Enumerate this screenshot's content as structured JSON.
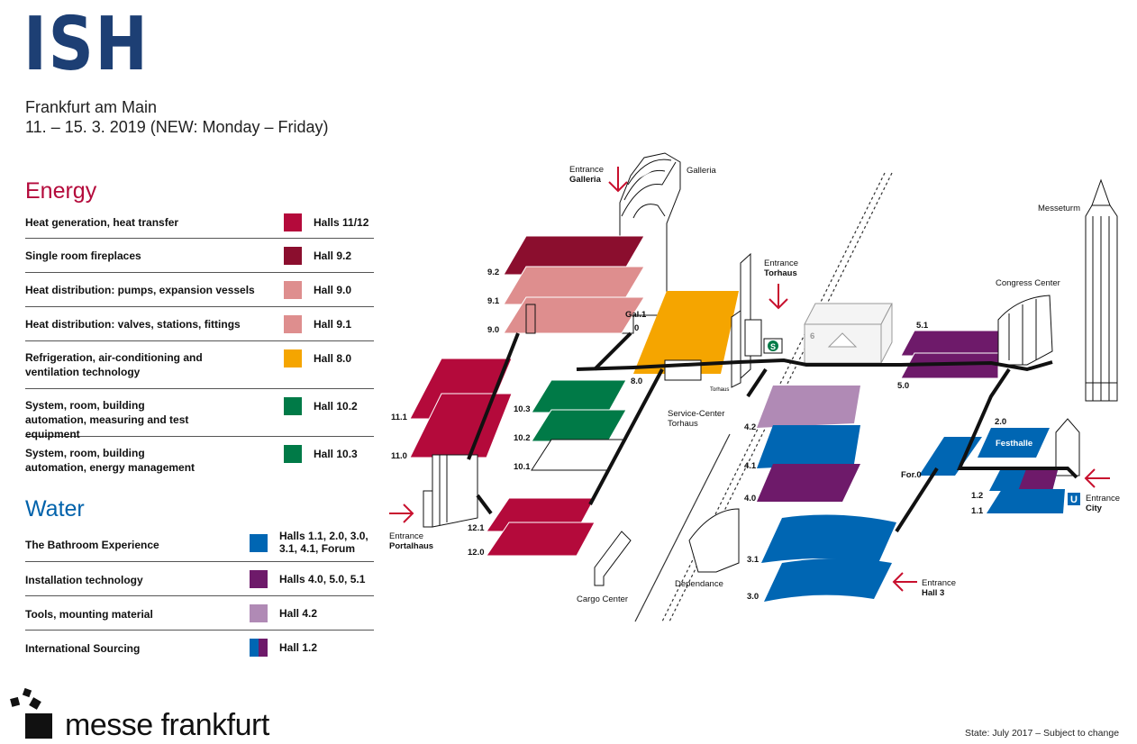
{
  "header": {
    "logo": "ISH",
    "location": "Frankfurt am Main",
    "dates": "11. – 15. 3. 2019 (NEW: Monday – Friday)"
  },
  "colors": {
    "energy_title": "#b40a3b",
    "water_title": "#0062ab",
    "crimson": "#b40a3b",
    "dark_red": "#8b0e2e",
    "pink": "#de8e8e",
    "orange": "#f5a500",
    "green": "#007a47",
    "blue": "#0066b3",
    "purple": "#6e1a6a",
    "lilac": "#b08ab5"
  },
  "energy": {
    "title": "Energy",
    "items": [
      {
        "category": "Heat generation, heat transfer",
        "hall": "Halls 11/12",
        "color": "#b40a3b"
      },
      {
        "category": "Single room fireplaces",
        "hall": "Hall 9.2",
        "color": "#8b0e2e"
      },
      {
        "category": "Heat distribution: pumps, expansion vessels",
        "hall": "Hall 9.0",
        "color": "#de8e8e"
      },
      {
        "category": "Heat distribution: valves, stations, fittings",
        "hall": "Hall 9.1",
        "color": "#de8e8e"
      },
      {
        "category": "Refrigeration, air-conditioning and ventilation technology",
        "hall": "Hall 8.0",
        "color": "#f5a500"
      },
      {
        "category": "System, room, building automation, measuring and test equipment",
        "hall": "Hall 10.2",
        "color": "#007a47"
      },
      {
        "category": "System, room, building automation, energy management",
        "hall": "Hall 10.3",
        "color": "#007a47"
      }
    ]
  },
  "water": {
    "title": "Water",
    "items": [
      {
        "category": "The Bathroom Experience",
        "hall": "Halls 1.1, 2.0, 3.0, 3.1, 4.1, Forum",
        "color": "#0066b3"
      },
      {
        "category": "Installation technology",
        "hall": "Halls 4.0, 5.0, 5.1",
        "color": "#6e1a6a"
      },
      {
        "category": "Tools, mounting material",
        "hall": "Hall 4.2",
        "color": "#b08ab5"
      },
      {
        "category": "International Sourcing",
        "hall": "Hall 1.2",
        "color": "split"
      }
    ]
  },
  "map": {
    "entrance_galleria": [
      "Entrance",
      "Galleria"
    ],
    "galleria": "Galleria",
    "entrance_torhaus": [
      "Entrance",
      "Torhaus"
    ],
    "messeturm": "Messeturm",
    "congress_center": "Congress Center",
    "entrance_portalhaus": [
      "Entrance",
      "Portalhaus"
    ],
    "service_center": [
      "Service-Center",
      "Torhaus"
    ],
    "torhaus": "Torhaus",
    "festhalle": "Festhalle",
    "entrance_city": [
      "Entrance",
      "City"
    ],
    "entrance_hall3": [
      "Entrance",
      "Hall 3"
    ],
    "dependance": "Dependance",
    "cargo_center": "Cargo Center",
    "hall_labels": {
      "h92": "9.2",
      "h91": "9.1",
      "h90": "9.0",
      "gal1": "Gal.1",
      "h0": "0",
      "h80": "8.0",
      "h111": "11.1",
      "h110": "11.0",
      "h103": "10.3",
      "h102": "10.2",
      "h101": "10.1",
      "h121": "12.1",
      "h120": "12.0",
      "h51": "5.1",
      "h50": "5.0",
      "h42": "4.2",
      "h41": "4.1",
      "h40": "4.0",
      "h20": "2.0",
      "for0": "For.0",
      "h12": "1.2",
      "h11": "1.1",
      "h31": "3.1",
      "h30": "3.0",
      "h6": "6"
    },
    "s_sign": "S",
    "u_sign": "U"
  },
  "footer": {
    "brand": "messe frankfurt",
    "state": "State: July 2017 – Subject to change"
  }
}
